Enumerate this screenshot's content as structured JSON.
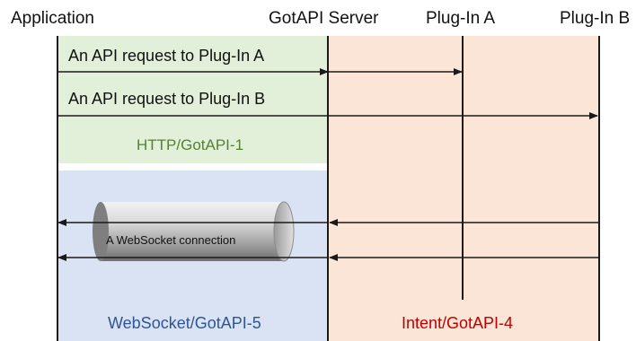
{
  "participants": {
    "application": "Application",
    "server": "GotAPI Server",
    "plugin_a": "Plug-In A",
    "plugin_b": "Plug-In B"
  },
  "messages": {
    "request_a": "An API request to Plug-In A",
    "request_b": "An API request to Plug-In B",
    "websocket": "A WebSocket connection"
  },
  "protocols": {
    "http": "HTTP/GotAPI-1",
    "websocket": "WebSocket/GotAPI-5",
    "intent": "Intent/GotAPI-4"
  },
  "colors": {
    "http_zone": "#e2efd9",
    "websocket_zone": "#dae3f3",
    "intent_zone": "#fbe5d6",
    "http_text": "#548235",
    "websocket_text": "#2f5597",
    "intent_text": "#c00000"
  }
}
